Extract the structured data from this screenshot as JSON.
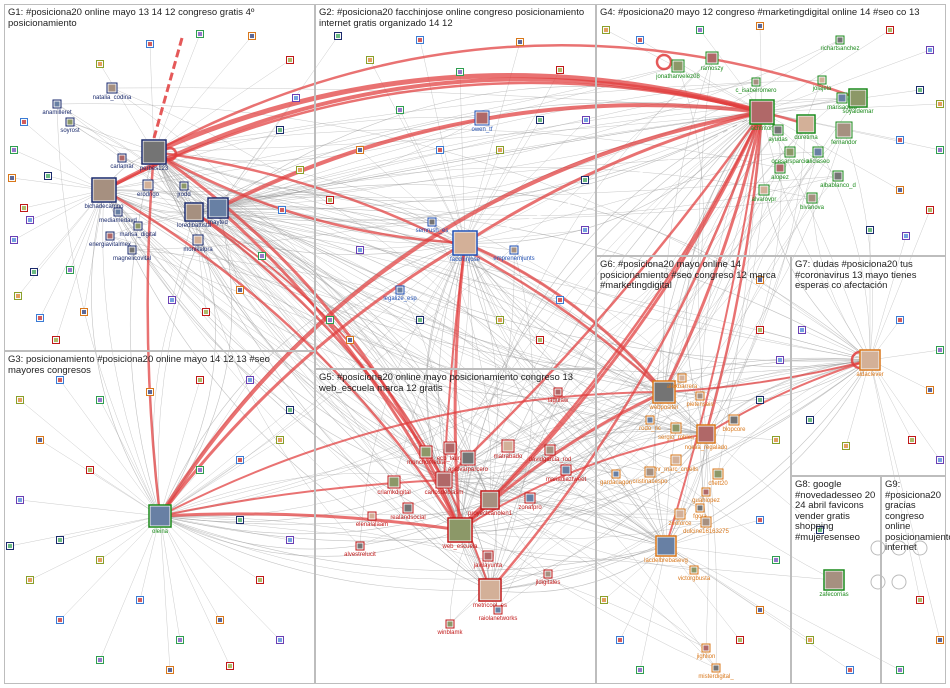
{
  "colors": {
    "edge_gray": "#9a9a9a",
    "edge_red": "#e03c3c",
    "label_blue": "#1f4fb4",
    "label_green": "#1b8a1b",
    "label_orange": "#d9771a",
    "label_red": "#c01818",
    "label_navy": "#1a2a6c"
  },
  "groups": [
    {
      "id": "G1",
      "title": "G1: #posiciona20 online mayo 13 14 12 congreso gratis 4º posicionamiento"
    },
    {
      "id": "G2",
      "title": "G2: #posiciona20 facchinjose online congreso posicionamiento internet gratis organizado 14 12"
    },
    {
      "id": "G4",
      "title": "G4: #posiciona20 mayo 12 congreso #marketingdigital online 14 #seo co 13"
    },
    {
      "id": "G6",
      "title": "G6: #posiciona20 mayo online 14 posicionamiento #seo congreso 12 marca #marketingdigital"
    },
    {
      "id": "G7",
      "title": "G7: dudas #posiciona20 tus #coronavirus 13 mayo tienes esperas co afectación"
    },
    {
      "id": "G3",
      "title": "G3: posicionamiento #posiciona20 online mayo 14 12 13 #seo mayores congresos"
    },
    {
      "id": "G5",
      "title": "G5: #posiciona20 online mayo posicionamiento congreso 13 web_escuela marca 12 gratis"
    },
    {
      "id": "G8",
      "title": "G8: google #novedadesseo 20 24 abril favicons vender gratis shopping #mujeresenseo"
    },
    {
      "id": "G9",
      "title": "G9: #posiciona20 gracias congreso online posicionamiento internet"
    }
  ],
  "nodes": [
    {
      "label": "natalia_codina",
      "g": "G1"
    },
    {
      "label": "anamilleret",
      "g": "G1"
    },
    {
      "label": "soyrost",
      "g": "G1"
    },
    {
      "label": "carlamar",
      "g": "G1"
    },
    {
      "label": "perbes123",
      "g": "G1"
    },
    {
      "label": "erodrigo",
      "g": "G1"
    },
    {
      "label": "bichadecampo",
      "g": "G1"
    },
    {
      "label": "mediamedavd",
      "g": "G1"
    },
    {
      "label": "marisa_digital",
      "g": "G1"
    },
    {
      "label": "energiavitalmex",
      "g": "G1"
    },
    {
      "label": "magnelicovital",
      "g": "G1"
    },
    {
      "label": "monikalpra",
      "g": "G1"
    },
    {
      "label": "loredibattista",
      "g": "G1"
    },
    {
      "label": "mayted",
      "g": "G1"
    },
    {
      "label": "jrodd",
      "g": "G1"
    },
    {
      "label": "owen_tf",
      "g": "G2"
    },
    {
      "label": "semrush_es",
      "g": "G2"
    },
    {
      "label": "facchinjose",
      "g": "G2"
    },
    {
      "label": "emprenemjunts",
      "g": "G2"
    },
    {
      "label": "legalize_esp",
      "g": "G2"
    },
    {
      "label": "jonathanvelez08",
      "g": "G4"
    },
    {
      "label": "ramoszy",
      "g": "G4"
    },
    {
      "label": "richartsanchez",
      "g": "G4"
    },
    {
      "label": "jolajela",
      "g": "G4"
    },
    {
      "label": "c_isabelromero",
      "g": "G4"
    },
    {
      "label": "marisaogtu",
      "g": "G4"
    },
    {
      "label": "soyaldemar",
      "g": "G4"
    },
    {
      "label": "achtriton",
      "g": "G4"
    },
    {
      "label": "ayudas",
      "g": "G4"
    },
    {
      "label": "duretima",
      "g": "G4"
    },
    {
      "label": "fernandor",
      "g": "G4"
    },
    {
      "label": "aliciaseo",
      "g": "G4"
    },
    {
      "label": "ocesarsparcio",
      "g": "G4"
    },
    {
      "label": "alopez",
      "g": "G4"
    },
    {
      "label": "albablanco_d",
      "g": "G4"
    },
    {
      "label": "alvarovpr",
      "g": "G4"
    },
    {
      "label": "bivanova",
      "g": "G4"
    },
    {
      "label": "oleina",
      "g": "G3"
    },
    {
      "label": "monchomedia",
      "g": "G5"
    },
    {
      "label": "ecb_laura",
      "g": "G5"
    },
    {
      "label": "analvarparcero",
      "g": "G5"
    },
    {
      "label": "matrabado",
      "g": "G5"
    },
    {
      "label": "davidgarcia_rod",
      "g": "G5"
    },
    {
      "label": "mariadiaztweet",
      "g": "G5"
    },
    {
      "label": "criamkdigital",
      "g": "G5"
    },
    {
      "label": "carlosdeblasm",
      "g": "G5"
    },
    {
      "label": "realandsocial",
      "g": "G5"
    },
    {
      "label": "elenalalaam",
      "g": "G5"
    },
    {
      "label": "proyectcanolen1",
      "g": "G5"
    },
    {
      "label": "zonafpro",
      "g": "G5"
    },
    {
      "label": "web_escuela",
      "g": "G5"
    },
    {
      "label": "javilayunta",
      "g": "G5"
    },
    {
      "label": "alvestrelucit",
      "g": "G5"
    },
    {
      "label": "metricool_es",
      "g": "G5"
    },
    {
      "label": "jldigitales",
      "g": "G5"
    },
    {
      "label": "raiolanetworks",
      "g": "G5"
    },
    {
      "label": "winblamk",
      "g": "G5"
    },
    {
      "label": "laguiaw",
      "g": "G5"
    },
    {
      "label": "webpositer",
      "g": "G6"
    },
    {
      "label": "alexbarrera",
      "g": "G6"
    },
    {
      "label": "pietenseis",
      "g": "G6"
    },
    {
      "label": "rodo_ric",
      "g": "G6"
    },
    {
      "label": "sergio_robles",
      "g": "G6"
    },
    {
      "label": "noelia_regalado",
      "g": "G6"
    },
    {
      "label": "blopcore",
      "g": "G6"
    },
    {
      "label": "mr_marc_cruells",
      "g": "G6"
    },
    {
      "label": "cristinacespo",
      "g": "G6"
    },
    {
      "label": "gardanagon",
      "g": "G6"
    },
    {
      "label": "cflett20",
      "g": "G6"
    },
    {
      "label": "guahlopez",
      "g": "G6"
    },
    {
      "label": "fgora",
      "g": "G6"
    },
    {
      "label": "zeoforce",
      "g": "G6"
    },
    {
      "label": "dulcine16163275",
      "g": "G6"
    },
    {
      "label": "lacdelbrebasevg",
      "g": "G6"
    },
    {
      "label": "victorgbusta",
      "g": "G6"
    },
    {
      "label": "jighlion",
      "g": "G6"
    },
    {
      "label": "misterdigital_",
      "g": "G6"
    },
    {
      "label": "aldaclever",
      "g": "G7"
    },
    {
      "label": "zafecorrias",
      "g": "G8"
    }
  ]
}
